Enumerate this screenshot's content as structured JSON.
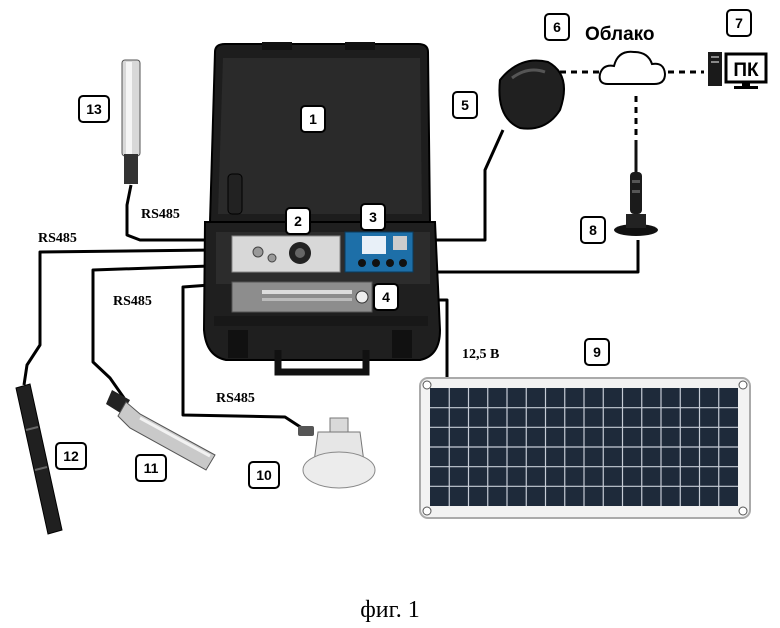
{
  "figure": {
    "caption": "фиг. 1",
    "cloud_label": "Облако",
    "pc_label": "ПК",
    "voltage_label": "12,5 В",
    "rs485_labels": [
      "RS485",
      "RS485",
      "RS485",
      "RS485"
    ],
    "component_numbers": [
      "1",
      "2",
      "3",
      "4",
      "5",
      "6",
      "7",
      "8",
      "9",
      "10",
      "11",
      "12",
      "13"
    ]
  }
}
